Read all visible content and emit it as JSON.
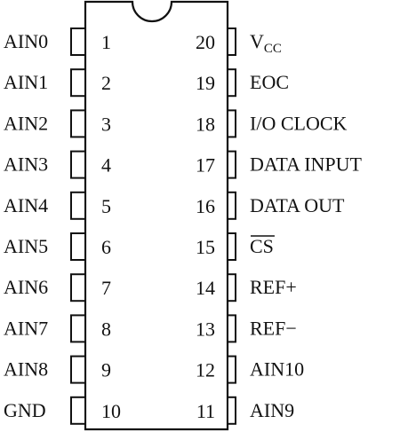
{
  "chip": {
    "left_pins": [
      {
        "label": "AIN0",
        "number": "1"
      },
      {
        "label": "AIN1",
        "number": "2"
      },
      {
        "label": "AIN2",
        "number": "3"
      },
      {
        "label": "AIN3",
        "number": "4"
      },
      {
        "label": "AIN4",
        "number": "5"
      },
      {
        "label": "AIN5",
        "number": "6"
      },
      {
        "label": "AIN6",
        "number": "7"
      },
      {
        "label": "AIN7",
        "number": "8"
      },
      {
        "label": "AIN8",
        "number": "9"
      },
      {
        "label": "GND",
        "number": "10"
      }
    ],
    "right_pins": [
      {
        "label": "V",
        "label_sub": "CC",
        "number": "20"
      },
      {
        "label": "EOC",
        "number": "19"
      },
      {
        "label": "I/O  CLOCK",
        "number": "18"
      },
      {
        "label": "DATA INPUT",
        "number": "17"
      },
      {
        "label": "DATA OUT",
        "number": "16"
      },
      {
        "label": "CS",
        "number": "15",
        "overline": true
      },
      {
        "label": "REF+",
        "number": "14"
      },
      {
        "label": "REF−",
        "number": "13"
      },
      {
        "label": "AIN10",
        "number": "12"
      },
      {
        "label": "AIN9",
        "number": "11"
      }
    ]
  }
}
